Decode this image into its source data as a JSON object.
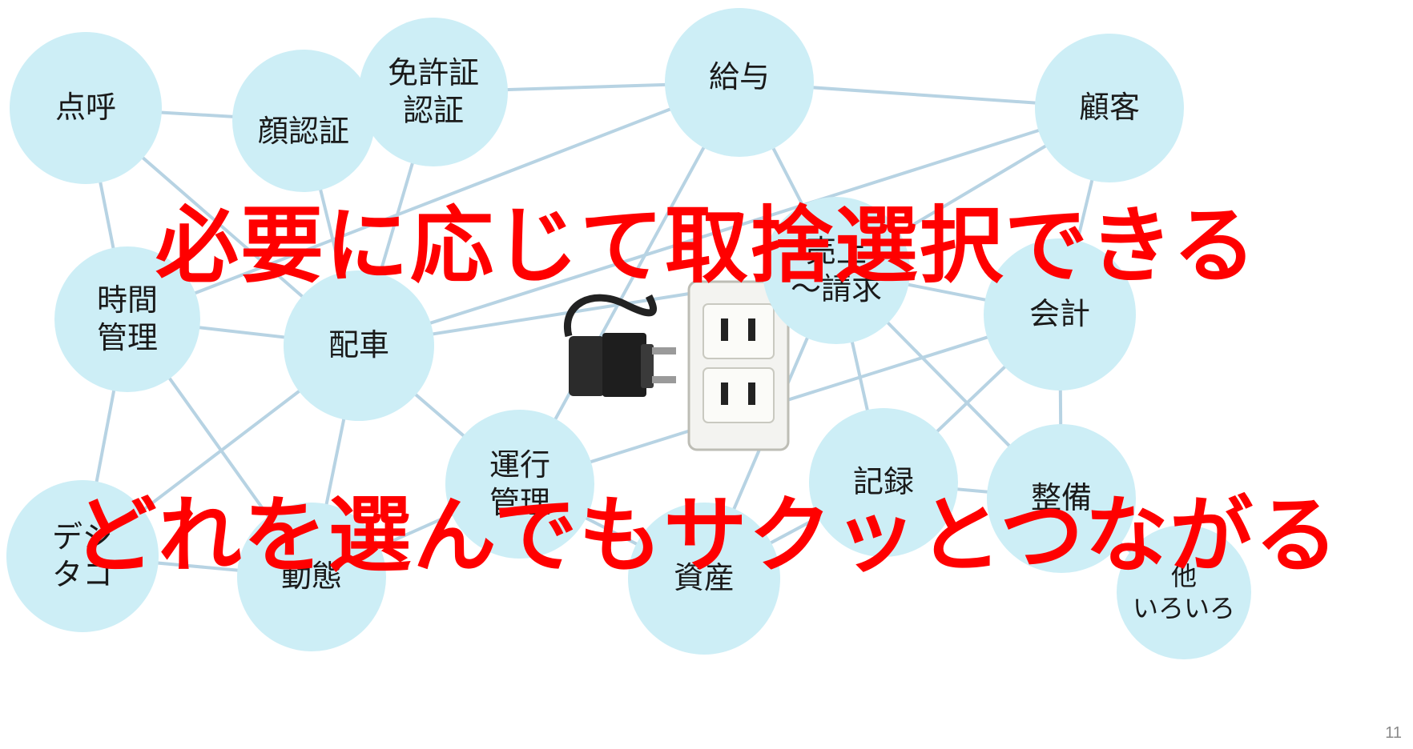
{
  "headline_top": "必要に応じて取捨選択できる",
  "headline_bottom": "どれを選んでもサクッとつながる",
  "page_number": "11",
  "colors": {
    "node_fill": "#cdeef6",
    "edge": "#b7d3e3",
    "headline": "#ff0000"
  },
  "icons": [
    "plug-icon",
    "outlet-icon"
  ],
  "nodes": [
    {
      "id": "tenko",
      "label": "点呼"
    },
    {
      "id": "face-auth",
      "label": "顔認証"
    },
    {
      "id": "license-auth",
      "label": "免許証\n認証"
    },
    {
      "id": "salary",
      "label": "給与"
    },
    {
      "id": "customer",
      "label": "顧客"
    },
    {
      "id": "time-mgmt",
      "label": "時間\n管理"
    },
    {
      "id": "dispatch",
      "label": "配車"
    },
    {
      "id": "sales",
      "label": "売上\n～請求"
    },
    {
      "id": "accounting",
      "label": "会計"
    },
    {
      "id": "operation-mgmt",
      "label": "運行\n管理"
    },
    {
      "id": "records",
      "label": "記録"
    },
    {
      "id": "maintenance",
      "label": "整備"
    },
    {
      "id": "digitacho",
      "label": "デジ\nタコ"
    },
    {
      "id": "dynamics",
      "label": "動態"
    },
    {
      "id": "assets",
      "label": "資産"
    },
    {
      "id": "others",
      "label": "他\nいろいろ"
    }
  ]
}
